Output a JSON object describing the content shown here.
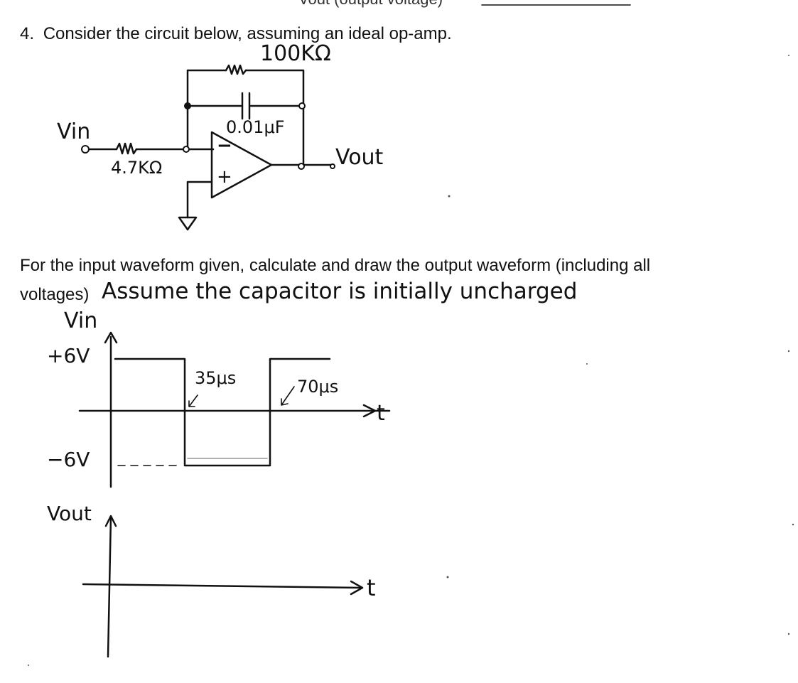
{
  "header_fragment": "Vout (output voltage)",
  "question": {
    "number": "4.",
    "text": "Consider the circuit below, assuming an ideal op-amp."
  },
  "circuit": {
    "feedback_resistor": "100KΩ",
    "capacitor": "0.01μF",
    "input_resistor": "4.7KΩ",
    "input_label": "Vin",
    "output_label": "Vout",
    "minus_sign": "−",
    "plus_sign": "+"
  },
  "instruction": {
    "line1": "For the input waveform given, calculate and draw the output waveform (including all",
    "line2_typed": "voltages)",
    "line2_hand": "Assume the capacitor is initially uncharged"
  },
  "input_graph": {
    "y_label": "Vin",
    "high_label": "+6V",
    "low_label": "−6V",
    "t1_label": "35μs",
    "t2_label": "70μs",
    "x_label": "t"
  },
  "output_graph": {
    "y_label": "Vout",
    "x_label": "t"
  }
}
